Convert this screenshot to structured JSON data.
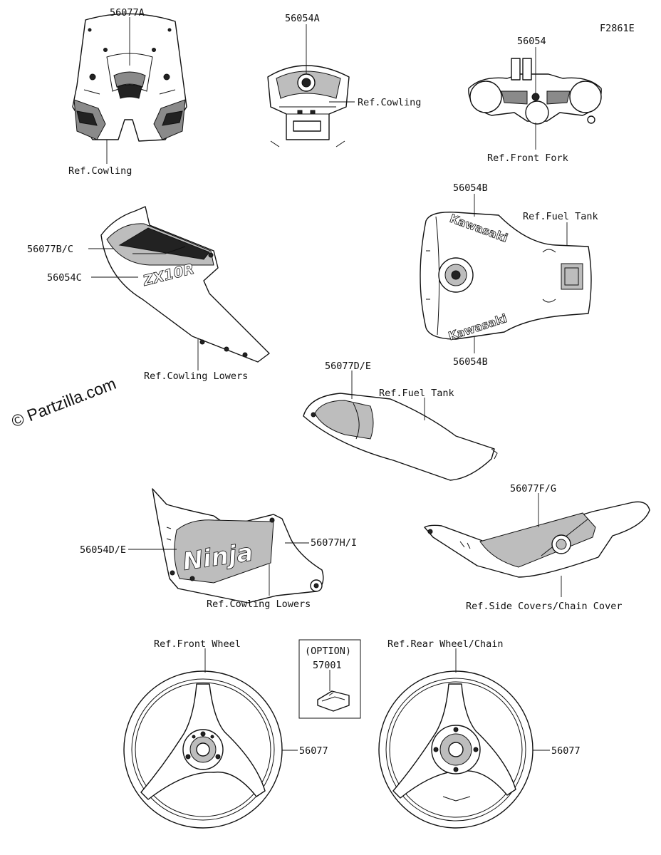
{
  "figure_code": "F2861E",
  "watermark": "© Partzilla.com",
  "decals": {
    "model": "ZX10R",
    "brand_top": "Kawasaki",
    "brand_bottom": "Kawasaki",
    "ninja": "Ninja"
  },
  "labels": {
    "windshield_part": "56077A",
    "windshield_ref": "Ref.Cowling",
    "meter_part": "56054A",
    "meter_ref": "Ref.Cowling",
    "fork_part": "56054",
    "fork_ref": "Ref.Front Fork",
    "tank_part_top": "56054B",
    "tank_ref": "Ref.Fuel Tank",
    "tank_part_bottom": "56054B",
    "cowl_part_b": "56077B/C",
    "cowl_part_c": "56054C",
    "cowl_ref": "Ref.Cowling Lowers",
    "tank_cover_part": "56077D/E",
    "tank_cover_ref": "Ref.Fuel Tank",
    "side_cover_part": "56077F/G",
    "side_cover_ref": "Ref.Side Covers/Chain Cover",
    "lower_part_d": "56054D/E",
    "lower_part_h": "56077H/I",
    "lower_ref": "Ref.Cowling Lowers",
    "front_wheel_ref": "Ref.Front Wheel",
    "front_wheel_part": "56077",
    "option_title": "(OPTION)",
    "option_part": "57001",
    "rear_wheel_ref": "Ref.Rear Wheel/Chain",
    "rear_wheel_part": "56077"
  }
}
